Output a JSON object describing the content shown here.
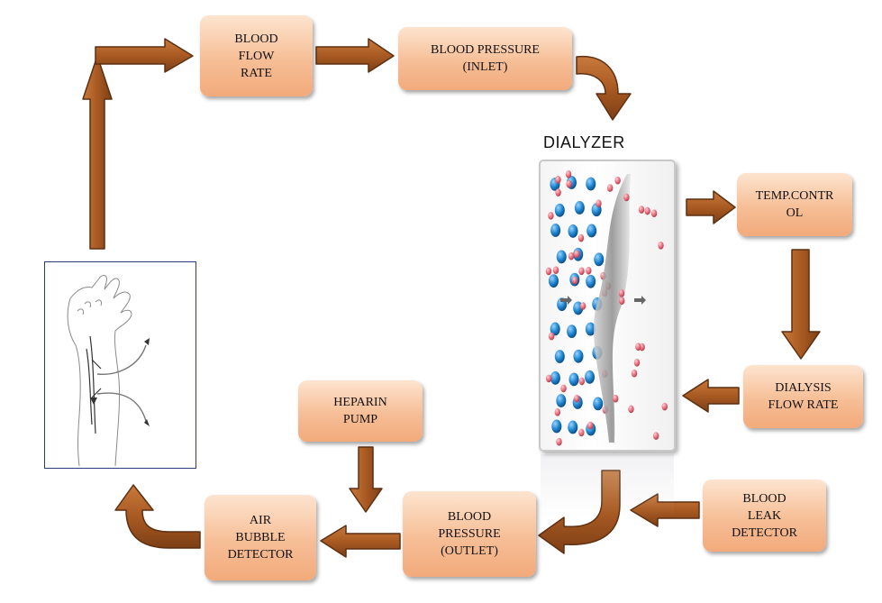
{
  "nodes": {
    "blood_flow_rate": "BLOOD\nFLOW\nRATE",
    "blood_pressure_inlet": "BLOOD PRESSURE\n(INLET)",
    "dialyzer": "DIALYZER",
    "temp_control": "TEMP.CONTR\nOL",
    "dialysis_flow_rate": "DIALYSIS\nFLOW RATE",
    "blood_leak_detector": "BLOOD\nLEAK\nDETECTOR",
    "blood_pressure_outlet": "BLOOD\nPRESSURE\n(OUTLET)",
    "heparin_pump": "HEPARIN\nPUMP",
    "air_bubble_detector": "AIR\nBUBBLE\nDETECTOR"
  },
  "colors": {
    "box_light": "#fde4cf",
    "box_dark": "#f2aa7b",
    "arrow_fill": "#b0642c",
    "arrow_stroke": "#6b3614",
    "particle_blue": "#2a8fd6",
    "particle_red": "#e8707e",
    "membrane": "#9a9a9a"
  }
}
